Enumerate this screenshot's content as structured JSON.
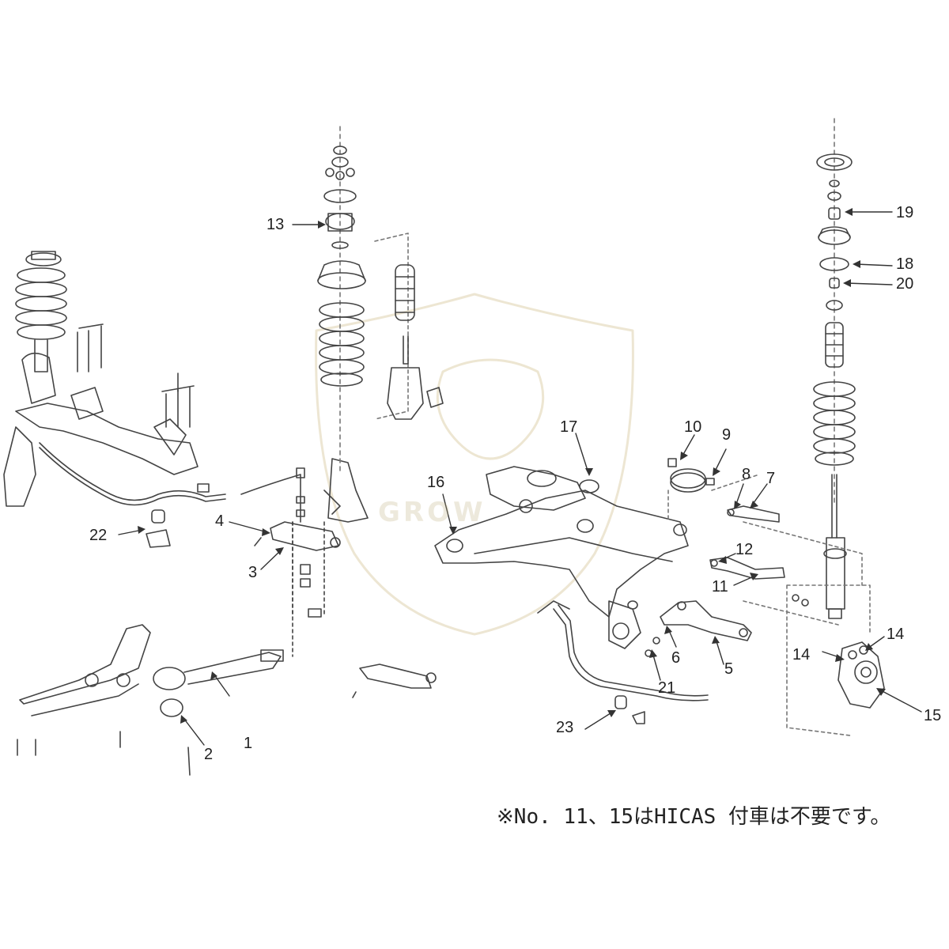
{
  "callouts": [
    {
      "id": "1",
      "label": "1"
    },
    {
      "id": "2",
      "label": "2"
    },
    {
      "id": "3",
      "label": "3"
    },
    {
      "id": "4",
      "label": "4"
    },
    {
      "id": "5",
      "label": "5"
    },
    {
      "id": "6",
      "label": "6"
    },
    {
      "id": "7",
      "label": "7"
    },
    {
      "id": "8",
      "label": "8"
    },
    {
      "id": "9",
      "label": "9"
    },
    {
      "id": "10",
      "label": "10"
    },
    {
      "id": "11",
      "label": "11"
    },
    {
      "id": "12",
      "label": "12"
    },
    {
      "id": "13",
      "label": "13"
    },
    {
      "id": "14a",
      "label": "14"
    },
    {
      "id": "14b",
      "label": "14"
    },
    {
      "id": "15",
      "label": "15"
    },
    {
      "id": "16",
      "label": "16"
    },
    {
      "id": "17",
      "label": "17"
    },
    {
      "id": "18",
      "label": "18"
    },
    {
      "id": "19",
      "label": "19"
    },
    {
      "id": "20",
      "label": "20"
    },
    {
      "id": "21",
      "label": "21"
    },
    {
      "id": "22",
      "label": "22"
    },
    {
      "id": "23",
      "label": "23"
    }
  ],
  "note": "※No. 11、15はHICAS 付車は不要です。",
  "watermark": {
    "text": "GROW",
    "color": "#c8b98a"
  },
  "colors": {
    "line": "#444444",
    "text": "#222222"
  }
}
